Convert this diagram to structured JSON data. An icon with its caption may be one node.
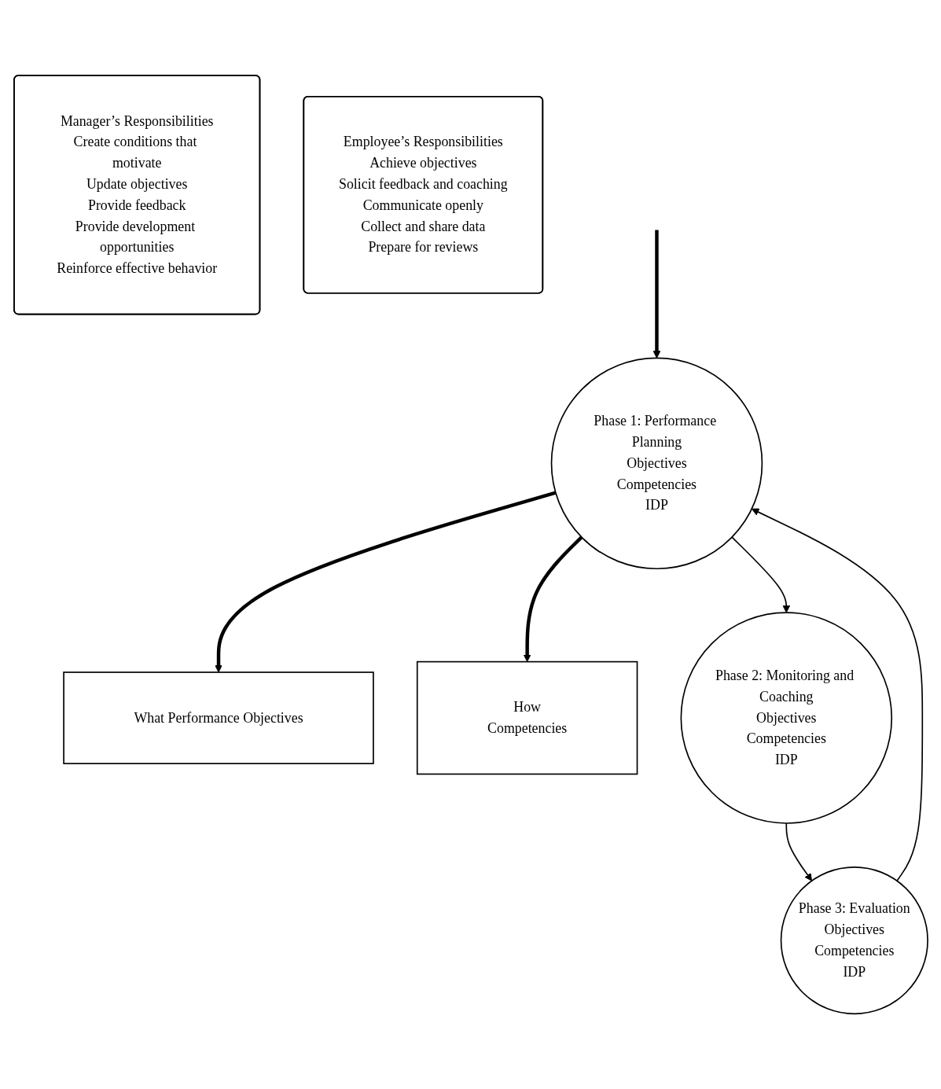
{
  "diagram": {
    "nodes": [
      {
        "text": [
          "What Performance Objectives"
        ]
      },
      {
        "text": [
          "Phase 1: Performance Planning",
          "Objectives",
          "Competencies",
          "IDP"
        ]
      },
      {
        "text": [
          "How",
          "Competencies"
        ]
      },
      {
        "text": [
          "Manager’s Responsibilities",
          "Create conditions that motivate",
          "Update objectives",
          "Provide feedback",
          "Provide development opportunities",
          "Reinforce effective behavior"
        ]
      },
      {
        "text": [
          "Employee’s Responsibilities",
          "Achieve objectives",
          "Solicit feedback and coaching",
          "Communicate openly",
          "Collect and share data",
          "Prepare for reviews"
        ]
      },
      {
        "text": [
          "Phase 3: Evaluation",
          "Objectives",
          "Competencies",
          "IDP"
        ]
      },
      {
        "text": [
          "Phase 2: Monitoring and Coaching",
          "Objectives",
          "Competencies",
          "IDP"
        ]
      }
    ],
    "edges": [
      {
        "from": null,
        "to": 1,
        "arrow": "to",
        "style": "thick"
      },
      {
        "from": 1,
        "to": 0,
        "arrow": "to",
        "style": "thick"
      },
      {
        "from": 1,
        "to": 2,
        "arrow": "to",
        "style": "thick"
      },
      {
        "from": 1,
        "to": 6,
        "arrow": "to"
      },
      {
        "from": 6,
        "to": 5,
        "arrow": "to"
      },
      {
        "from": 5,
        "to": 1,
        "arrow": "to"
      }
    ]
  }
}
